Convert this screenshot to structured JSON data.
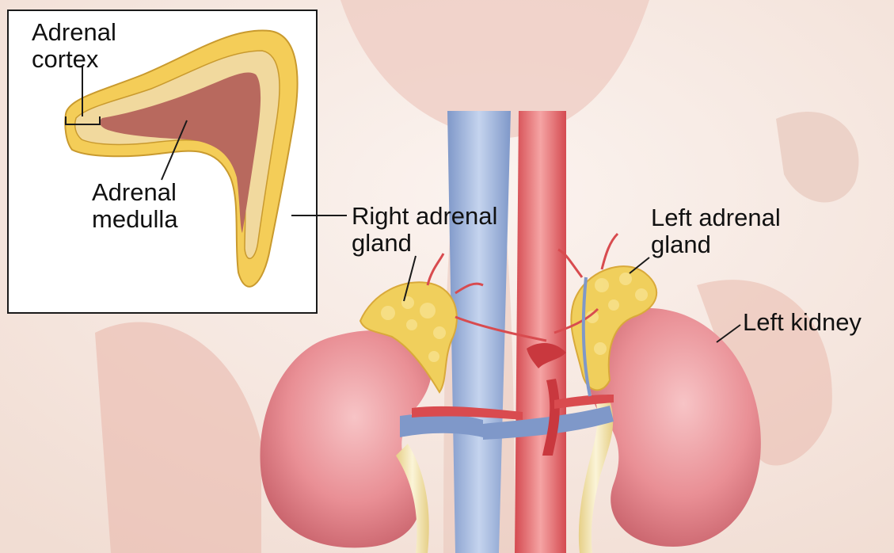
{
  "labels": {
    "adrenal_cortex": "Adrenal\ncortex",
    "adrenal_medulla": "Adrenal\nmedulla",
    "right_adrenal_gland": "Right adrenal\ngland",
    "left_adrenal_gland": "Left adrenal\ngland",
    "left_kidney": "Left kidney"
  },
  "colors": {
    "skin": "#f2d9cf",
    "muscle": "#e3a99c",
    "kidney": "#e58a8f",
    "adrenal": "#f2cf5a",
    "cortex": "#f0d79a",
    "medulla": "#b5645a",
    "vena_cava": "#8fa9d6",
    "aorta": "#e0565a",
    "ureter": "#f1e3b0"
  }
}
